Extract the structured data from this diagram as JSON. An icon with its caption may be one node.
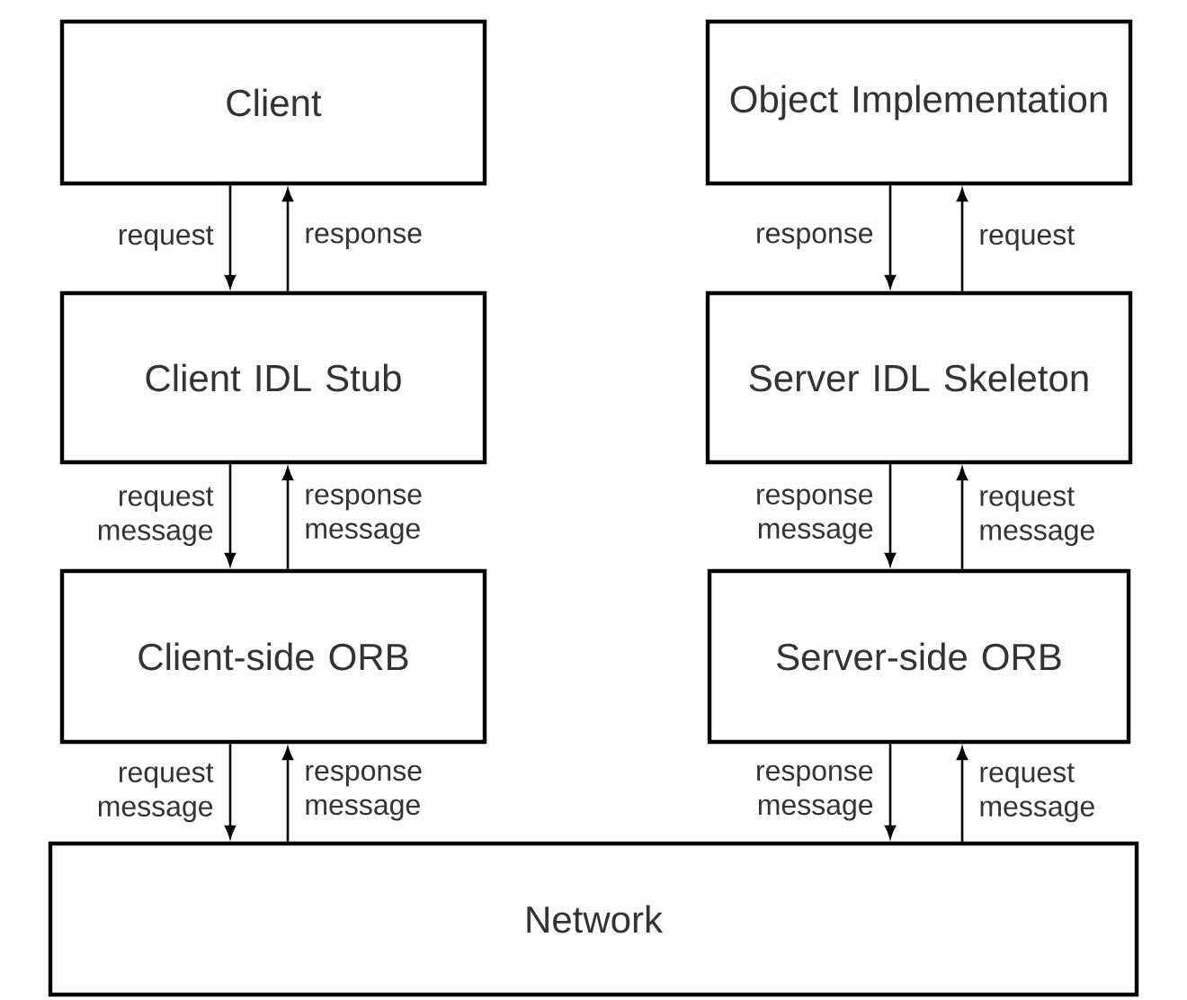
{
  "diagram": {
    "nodes": [
      {
        "text": [
          "Client"
        ]
      },
      {
        "text": [
          "Object Implementation"
        ]
      },
      {
        "text": [
          "Client IDL Stub"
        ]
      },
      {
        "text": [
          "Server IDL Skeleton"
        ]
      },
      {
        "text": [
          "Client-side ORB"
        ]
      },
      {
        "text": [
          "Server-side ORB"
        ]
      },
      {
        "text": [
          "Network"
        ]
      }
    ],
    "edges": [
      {
        "from": 0,
        "to": 2,
        "arrow": "to",
        "label": "request"
      },
      {
        "from": 2,
        "to": 0,
        "arrow": "to",
        "label": "response"
      },
      {
        "from": 1,
        "to": 3,
        "arrow": "to",
        "label": "response"
      },
      {
        "from": 3,
        "to": 1,
        "arrow": "to",
        "label": "request"
      },
      {
        "from": 2,
        "to": 4,
        "arrow": "to",
        "label": "request message"
      },
      {
        "from": 4,
        "to": 2,
        "arrow": "to",
        "label": "response message"
      },
      {
        "from": 3,
        "to": 5,
        "arrow": "to",
        "label": "response message"
      },
      {
        "from": 5,
        "to": 3,
        "arrow": "to",
        "label": "request message"
      },
      {
        "from": 4,
        "to": 6,
        "arrow": "to",
        "label": "request message"
      },
      {
        "from": 6,
        "to": 4,
        "arrow": "to",
        "label": "response message"
      },
      {
        "from": 5,
        "to": 6,
        "arrow": "to",
        "label": "response message"
      },
      {
        "from": 6,
        "to": 5,
        "arrow": "to",
        "label": "request message"
      }
    ]
  }
}
